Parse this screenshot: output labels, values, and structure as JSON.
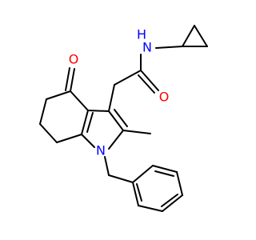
{
  "molecule": {
    "atoms": {
      "oxygen_ketone": {
        "label": "O",
        "color": "#ff0000"
      },
      "oxygen_amide": {
        "label": "O",
        "color": "#ff0000"
      },
      "nitrogen_amide": {
        "label": "N",
        "color": "#0000ff"
      },
      "hydrogen_amide": {
        "label": "H",
        "color": "#0000ff"
      },
      "nitrogen_ring": {
        "label": "N",
        "color": "#0000ff"
      }
    },
    "bond_color": "#000000",
    "background": "#ffffff"
  }
}
